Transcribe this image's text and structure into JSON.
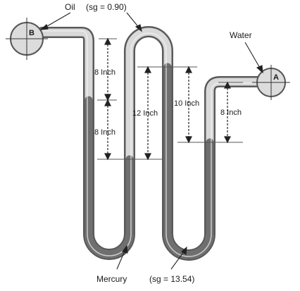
{
  "labels": {
    "oil": "Oil",
    "oil_sg": "(sg = 0.90)",
    "water": "Water",
    "mercury": "Mercury",
    "mercury_sg": "(sg = 13.54)"
  },
  "points": {
    "b": "B",
    "a": "A"
  },
  "dimensions": {
    "d1": "8 Inch",
    "d2": "8 Inch",
    "d3": "12 Inch",
    "d4": "10 Inch",
    "d5": "8 Inch"
  },
  "colors": {
    "tube_outline": "#555555",
    "oil_fill": "#d4d4d4",
    "mercury_fill": "#707070",
    "bulb_fill": "#dcdcdc"
  }
}
